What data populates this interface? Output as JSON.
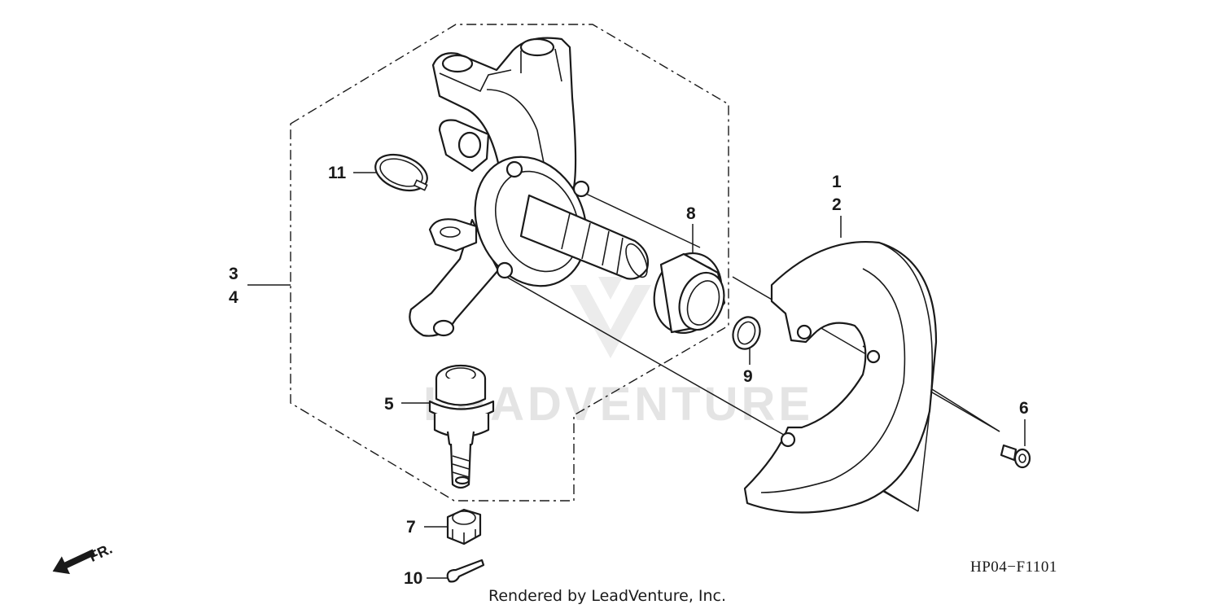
{
  "diagram": {
    "watermark": "LEADVENTURE",
    "credit": "Rendered by LeadVenture, Inc.",
    "drawing_code": "HP04−F1101",
    "front_indicator": "FR.",
    "callouts": {
      "c1": "1",
      "c2": "2",
      "c3": "3",
      "c4": "4",
      "c5": "5",
      "c6": "6",
      "c7": "7",
      "c8": "8",
      "c9": "9",
      "c10": "10",
      "c11": "11"
    }
  }
}
